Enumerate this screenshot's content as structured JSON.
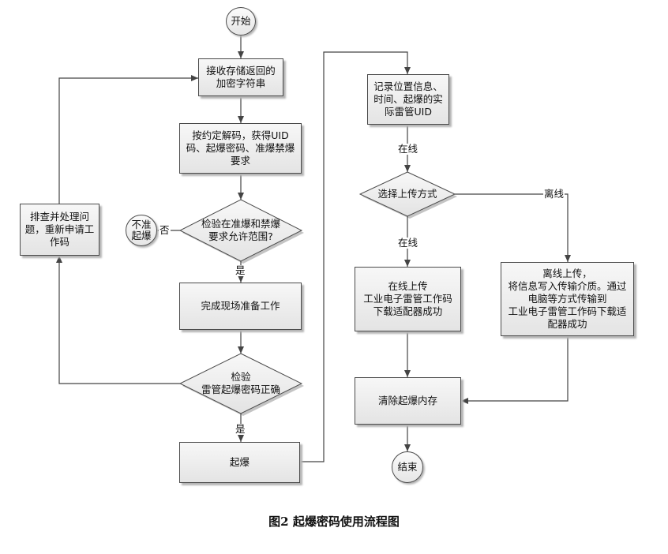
{
  "nodes": {
    "start": "开始",
    "receive": "接收存储返回的\n加密字符串",
    "decode": "按约定解码，获得UID\n码、起爆密码、准爆禁爆\n要求",
    "check_zone": "检验在准爆和禁爆\n要求允许范围?",
    "no_blast": "不准\n起爆",
    "prep": "完成现场准备工作",
    "check_pwd": "检验\n雷管起爆密码正确",
    "blast": "起爆",
    "troubleshoot": "排查并处理问\n题，重新申请工\n作码",
    "record": "记录位置信息、\n时间、起爆的实\n际雷管UID",
    "upload_mode": "选择上传方式",
    "online_upload": "在线上传\n工业电子雷管工作码\n下载适配器成功",
    "offline_upload": "离线上传，\n将信息写入传输介质。通过\n电脑等方式传输到\n工业电子雷管工作码下载适\n配器成功",
    "clear": "清除起爆内存",
    "end": "结束"
  },
  "edge_labels": {
    "no": "否",
    "yes1": "是",
    "yes2": "是",
    "online1": "在线",
    "online2": "在线",
    "offline": "离线"
  },
  "caption": "图2  起爆密码使用流程图"
}
